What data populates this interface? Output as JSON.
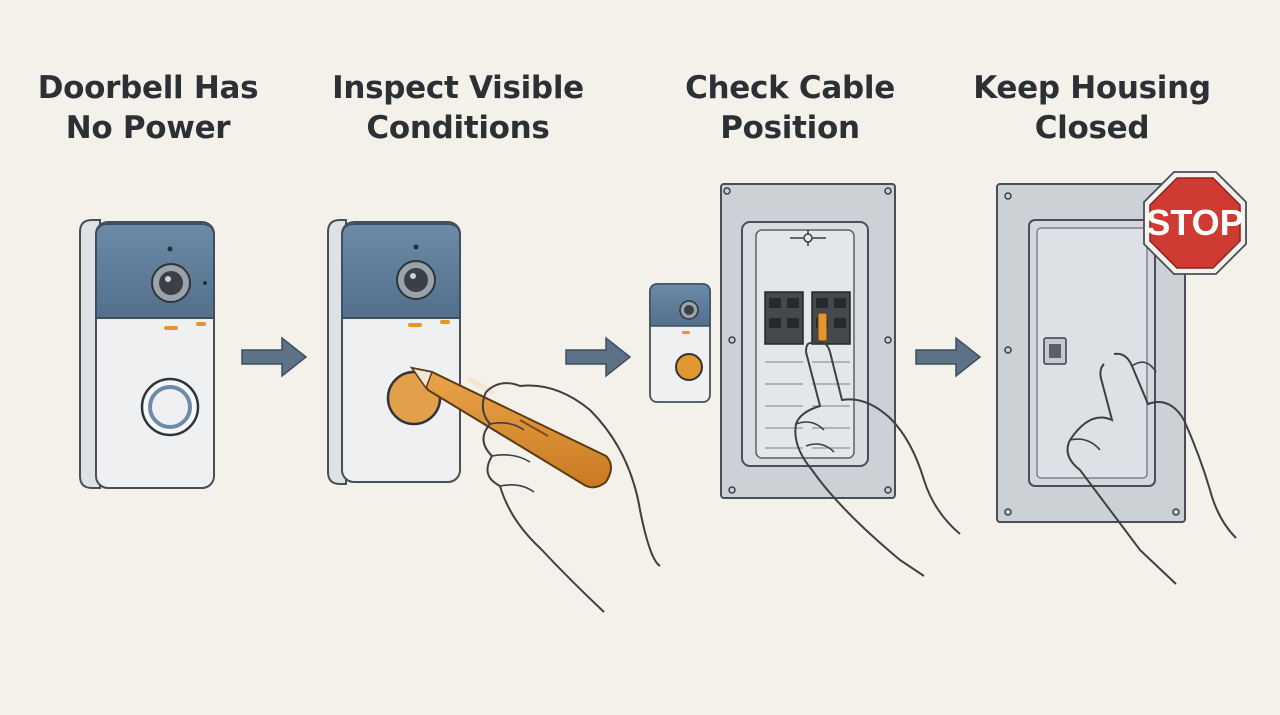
{
  "steps": [
    {
      "line1": "Doorbell Has",
      "line2": "No Power"
    },
    {
      "line1": "Inspect Visible",
      "line2": "Conditions"
    },
    {
      "line1": "Check Cable",
      "line2": "Position"
    },
    {
      "line1": "Keep Housing",
      "line2": "Closed"
    }
  ],
  "stop_sign": {
    "text": "STOP",
    "color": "#cf3b32"
  },
  "colors": {
    "background": "#f3f1ea",
    "arrow": "#5d7287",
    "doorbell_top": "#5e7d99",
    "doorbell_body": "#eef0f1",
    "accent_orange": "#e3952f",
    "panel": "#ccd1d6"
  }
}
